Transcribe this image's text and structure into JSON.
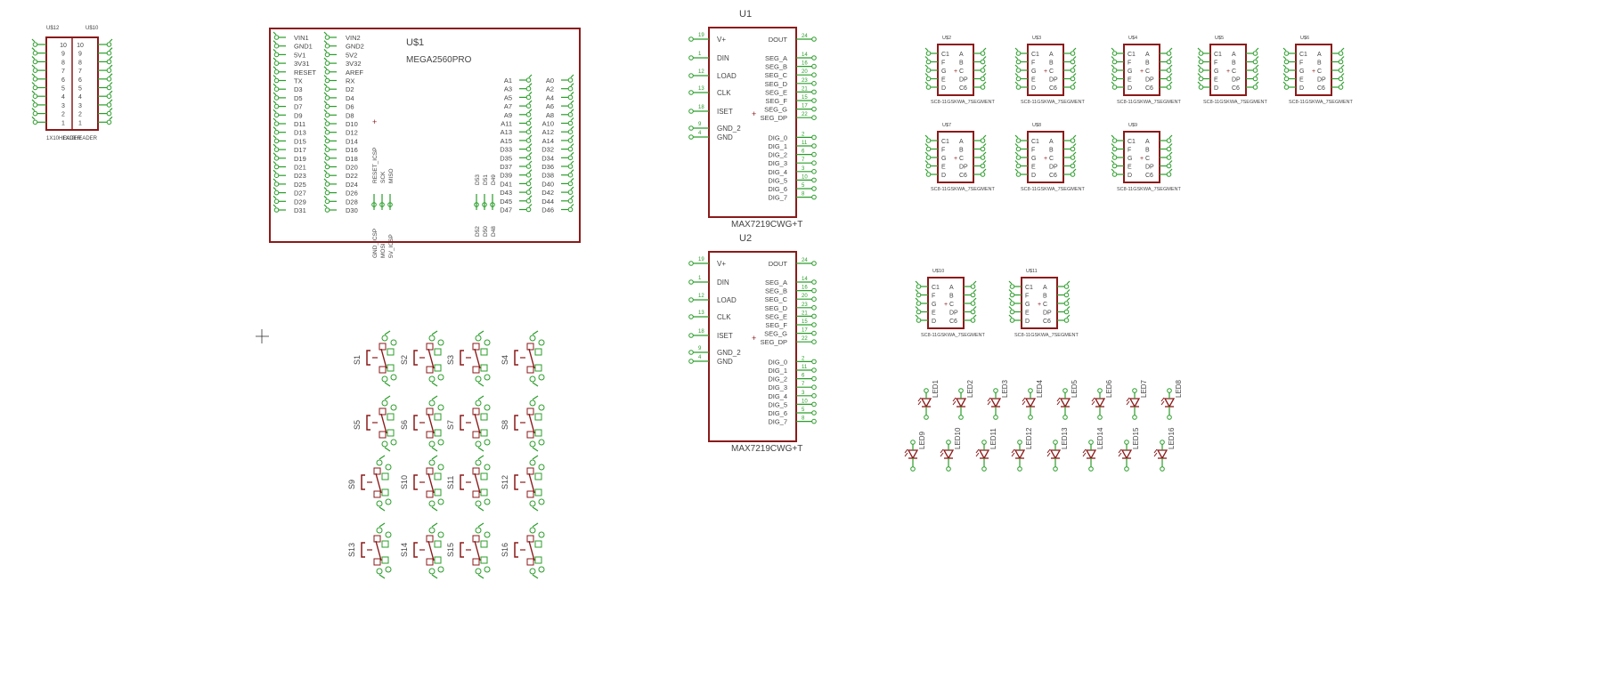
{
  "colors": {
    "body": "#8b1a1a",
    "pin": "#2a9d2a",
    "text": "#444444",
    "net": "#2a9d2a"
  },
  "header": {
    "name": "U$12",
    "name2": "U$10",
    "value": "1X10HEADER",
    "value2": "1X10HEADER",
    "left_pins": [
      "10",
      "9",
      "8",
      "7",
      "6",
      "5",
      "4",
      "3",
      "2",
      "1"
    ],
    "right_pins": [
      "10",
      "9",
      "8",
      "7",
      "6",
      "5",
      "4",
      "3",
      "2",
      "1"
    ]
  },
  "mega": {
    "name": "U$1",
    "value": "MEGA2560PRO",
    "col1": [
      "VIN1",
      "GND1",
      "5V1",
      "3V31",
      "RESET",
      "TX",
      "D3",
      "D5",
      "D7",
      "D9",
      "D11",
      "D13",
      "D15",
      "D17",
      "D19",
      "D21",
      "D23",
      "D25",
      "D27",
      "D29",
      "D31"
    ],
    "col2": [
      "VIN2",
      "GND2",
      "5V2",
      "3V32",
      "AREF",
      "RX",
      "D2",
      "D4",
      "D6",
      "D8",
      "D10",
      "D12",
      "D14",
      "D16",
      "D18",
      "D20",
      "D22",
      "D24",
      "D26",
      "D28",
      "D30"
    ],
    "right_a": [
      "A1",
      "A3",
      "A5",
      "A7",
      "A9",
      "A11",
      "A13",
      "A15",
      "D33",
      "D35",
      "D37",
      "D39",
      "D41",
      "D43",
      "D45",
      "D47"
    ],
    "right_b": [
      "A0",
      "A2",
      "A4",
      "A6",
      "A8",
      "A10",
      "A12",
      "A14",
      "D32",
      "D34",
      "D36",
      "D38",
      "D40",
      "D42",
      "D44",
      "D46"
    ],
    "icsp_top": [
      "RESET_ICSP",
      "SCK",
      "MISO"
    ],
    "icsp_bottom": [
      "GND_ICSP",
      "MOSI",
      "5V_ICSP"
    ],
    "mid_top": [
      "D53",
      "D51",
      "D49"
    ],
    "mid_bottom": [
      "D52",
      "D50",
      "D48"
    ]
  },
  "max": [
    {
      "name": "U1",
      "value": "MAX7219CWG+T"
    },
    {
      "name": "U2",
      "value": "MAX7219CWG+T"
    }
  ],
  "max_left": [
    "V+",
    "DIN",
    "LOAD",
    "CLK",
    "ISET",
    "GND_2",
    "GND"
  ],
  "max_left_nums": [
    "19",
    "1",
    "12",
    "13",
    "18",
    "9",
    "4"
  ],
  "max_right": [
    "DOUT",
    "SEG_A",
    "SEG_B",
    "SEG_C",
    "SEG_D",
    "SEG_E",
    "SEG_F",
    "SEG_G",
    "SEG_DP",
    "DIG_0",
    "DIG_1",
    "DIG_2",
    "DIG_3",
    "DIG_4",
    "DIG_5",
    "DIG_6",
    "DIG_7"
  ],
  "max_right_nums": [
    "24",
    "14",
    "16",
    "20",
    "23",
    "21",
    "15",
    "17",
    "22",
    "2",
    "11",
    "6",
    "7",
    "3",
    "10",
    "5",
    "8"
  ],
  "seg": {
    "value": "SC8-11GSKWA_7SEGMENT",
    "names": [
      "U$2",
      "U$3",
      "U$4",
      "U$5",
      "U$6",
      "U$7",
      "U$8",
      "U$9",
      "U$10",
      "U$11"
    ],
    "rows": [
      [
        "C1",
        "A"
      ],
      [
        "F",
        "B"
      ],
      [
        "G",
        "C"
      ],
      [
        "E",
        "DP"
      ],
      [
        "D",
        "C6"
      ]
    ]
  },
  "switches": [
    "S1",
    "S2",
    "S3",
    "S4",
    "S5",
    "S6",
    "S7",
    "S8",
    "S9",
    "S10",
    "S11",
    "S12",
    "S13",
    "S14",
    "S15",
    "S16"
  ],
  "leds": [
    "LED1",
    "LED2",
    "LED3",
    "LED4",
    "LED5",
    "LED6",
    "LED7",
    "LED8",
    "LED9",
    "LED10",
    "LED11",
    "LED12",
    "LED13",
    "LED14",
    "LED15",
    "LED16"
  ]
}
